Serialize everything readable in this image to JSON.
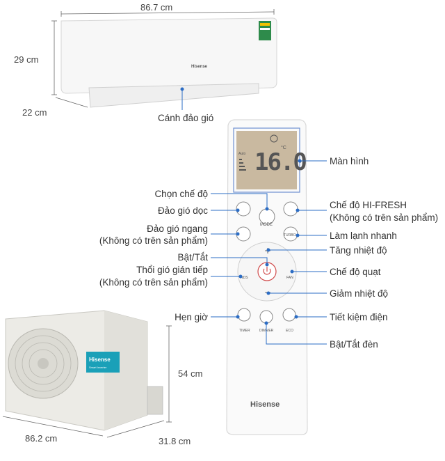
{
  "dimensions": {
    "indoor_width": "86.7 cm",
    "indoor_height": "29 cm",
    "indoor_depth": "22 cm",
    "outdoor_width": "86.2 cm",
    "outdoor_height": "54 cm",
    "outdoor_depth": "31.8 cm"
  },
  "brand": {
    "indoor": "Hisense",
    "remote": "Hisense",
    "outdoor": "Hisense",
    "outdoor_sub": "Smart Inverter"
  },
  "remote": {
    "display_temp": "16.0",
    "display_unit": "°C",
    "display_auto": "Auto",
    "buttons": {
      "mode": "MODE",
      "turbo": "TURBO",
      "fan": "FAN",
      "nds": "NDS",
      "timer": "TIMER",
      "dimmer": "DIMMER",
      "eco": "ECO"
    }
  },
  "labels": {
    "louver": "Cánh đảo gió",
    "screen": "Màn hình",
    "mode_select": "Chọn chế độ",
    "vertical_swing": "Đảo gió dọc",
    "horizontal_swing": "Đảo gió ngang",
    "horizontal_swing_note": "(Không có trên sản phẩm)",
    "power": "Bật/Tắt",
    "indirect_air": "Thổi gió gián tiếp",
    "indirect_air_note": "(Không có trên sản phẩm)",
    "hifresh": "Chế độ HI-FRESH",
    "hifresh_note": "(Không có trên sản phẩm)",
    "turbo_cool": "Làm lạnh nhanh",
    "temp_up": "Tăng nhiệt độ",
    "fan_mode": "Chế độ quạt",
    "temp_down": "Giảm nhiệt độ",
    "timer": "Hẹn giờ",
    "eco": "Tiết kiệm điện",
    "light": "Bật/Tắt đèn"
  },
  "colors": {
    "leader": "#2b6cc4",
    "lcd_bg": "#c9b9a0",
    "lcd_frame": "#6f8fd0",
    "power_ring": "#d04a4a",
    "outdoor_logo": "#1aa0b8"
  }
}
